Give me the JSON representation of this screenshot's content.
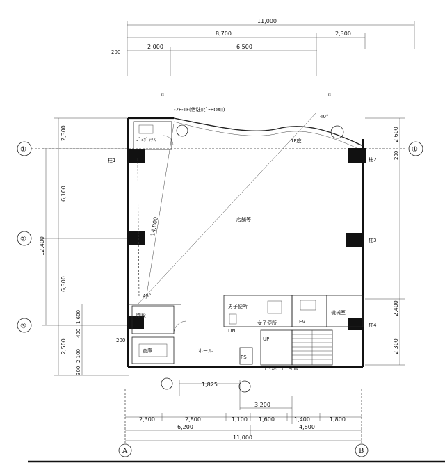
{
  "drawing": {
    "title_note": "-2F-1F(借駐ﾛﾋﾟｰBOXﾛ)",
    "axis_labels": {
      "top_left": "①",
      "top_right": "①",
      "mid_left": "②",
      "bottom_left": "③",
      "bottom_a": "A",
      "bottom_b": "B"
    },
    "dims_top": {
      "overall": "11,000",
      "left_span": "8,700",
      "right_span": "2,300",
      "sub1": "2,000",
      "sub2": "6,500",
      "side": "200"
    },
    "dims_left": {
      "total": "12,400",
      "seg1": "2,300",
      "seg2": "6,100",
      "seg3": "6,300",
      "seg4": "2,500",
      "small1": "1,600",
      "small2": "400",
      "small3": "2,100",
      "small4": "300"
    },
    "dims_right": {
      "seg1": "2,600",
      "seg2": "200",
      "seg3": "2,400",
      "seg4": "2,300"
    },
    "dims_bottom": {
      "entry": "1,825",
      "door": "3,200",
      "r1": "2,300",
      "r2": "2,800",
      "r3": "1,100",
      "r4": "1,600",
      "r5": "1,400",
      "r6": "1,800",
      "half_left": "6,200",
      "half_right": "4,800",
      "overall": "11,000",
      "left_side": "200"
    },
    "interior": {
      "diagonal": "14,800",
      "angle1": "40°",
      "angle2": "45°",
      "fire_label": "1F庇",
      "main_room": "店舗等"
    },
    "rooms": {
      "top_left_box": "ｺﾞﾐﾎﾞｯｸｽ",
      "stair": "階段",
      "women_wc": "男子便所",
      "mens_wc": "女子便所",
      "elevator_hall": "EV",
      "storage": "倉庫",
      "mech": "機械室",
      "ups": "UP",
      "pb": "PS",
      "hall": "ホール",
      "dn_label": "DN",
      "bottom_note": "ﾃﾞｨｽﾎﾟｰｻﾞｰ配管"
    },
    "tags": {
      "a": "柱1",
      "b": "柱2",
      "c": "柱3",
      "d": "柱4"
    }
  }
}
